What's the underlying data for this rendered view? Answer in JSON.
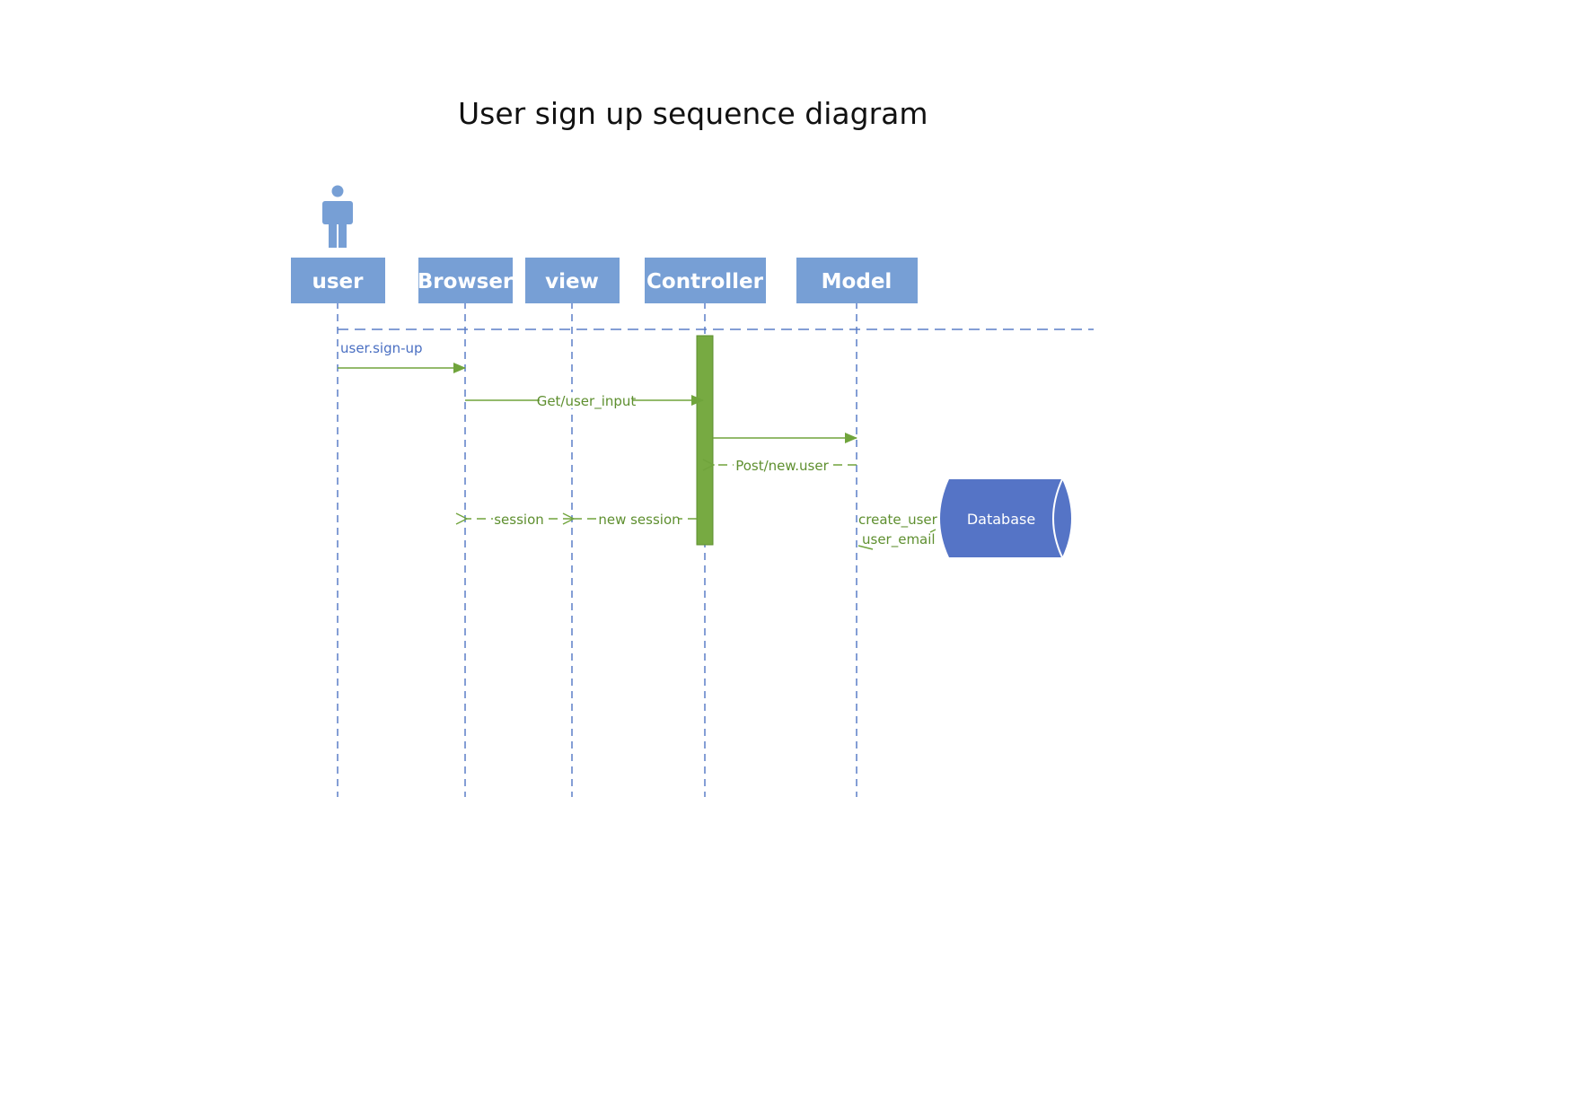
{
  "title": "User sign up sequence diagram",
  "participants": [
    {
      "id": "user",
      "label": "user"
    },
    {
      "id": "browser",
      "label": "Browser"
    },
    {
      "id": "view",
      "label": "view"
    },
    {
      "id": "controller",
      "label": "Controller"
    },
    {
      "id": "model",
      "label": "Model"
    }
  ],
  "actor_icon": "person-icon",
  "database": {
    "label": "Database"
  },
  "messages": {
    "user_signup": "user.sign-up",
    "get_user_input": "Get/user_input",
    "post_new_user": "Post/new.user",
    "session": "session",
    "new_session": "new session",
    "create_user": "create_user",
    "user_email": "user_email"
  },
  "colors": {
    "participant_fill": "#779fd5",
    "lifeline": "#5b7fc7",
    "message": "#70a43c",
    "activation": "#77aa42",
    "database": "#5574c6"
  }
}
